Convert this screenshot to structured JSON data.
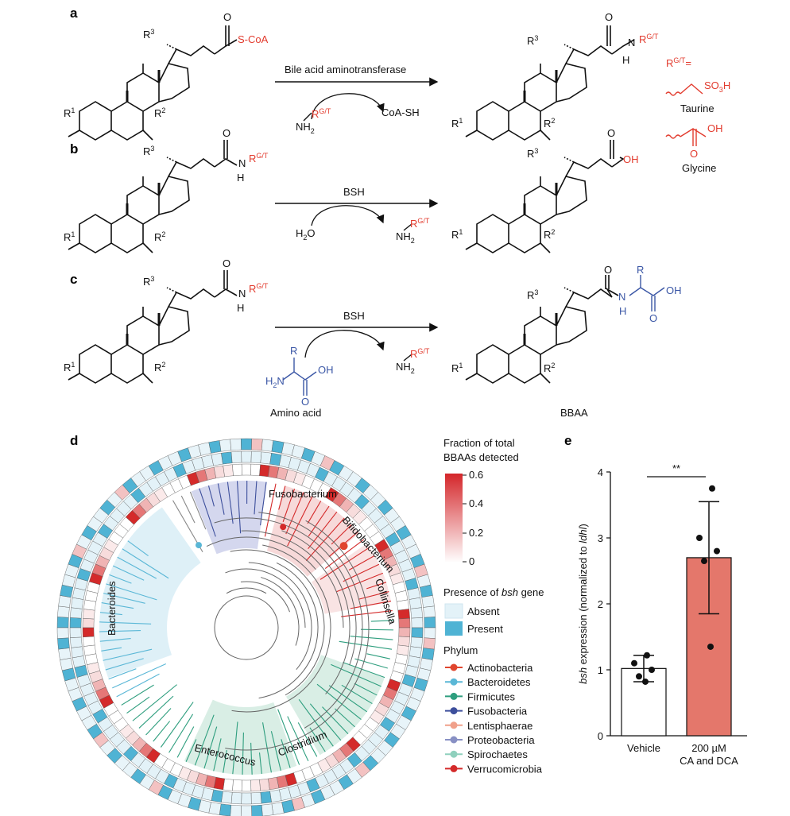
{
  "panels": {
    "a": {
      "label": "a",
      "enzyme": "Bile acid aminotransferase",
      "thioester_group": "S-CoA",
      "reactant2": "NH",
      "reactant2_sub": "2",
      "rgt": "R",
      "rgt_sup": "G/T",
      "product_out": "CoA-SH",
      "rgroup_def": "R",
      "rgroup_def_sup": "G/T",
      "rgroup_eq": "=",
      "taurine_group": "SO",
      "taurine_sub": "3",
      "taurine_h": "H",
      "taurine_label": "Taurine",
      "glycine_oh": "OH",
      "glycine_o": "O",
      "glycine_label": "Glycine"
    },
    "b": {
      "label": "b",
      "enzyme": "BSH",
      "water": "H",
      "water_sub": "2",
      "water_o": "O",
      "product_acid": "OH"
    },
    "c": {
      "label": "c",
      "enzyme": "BSH",
      "amino_acid_label": "Amino acid",
      "product_label": "BBAA",
      "r": "R",
      "oh": "OH",
      "o": "O",
      "h2n": "H",
      "h2n_sub": "2",
      "h2n_n": "N"
    },
    "steroid": {
      "r1": "R",
      "r1_sup": "1",
      "r2": "R",
      "r2_sup": "2",
      "r3": "R",
      "r3_sup": "3",
      "o": "O",
      "n": "N",
      "h": "H"
    },
    "d": {
      "label": "d",
      "legend_fraction_title_1": "Fraction of total",
      "legend_fraction_title_2": "BBAAs detected",
      "fraction_ticks": [
        "0.6",
        "0.4",
        "0.2",
        "0"
      ],
      "bsh_title_prefix": "Presence of ",
      "bsh_title_gene": "bsh",
      "bsh_title_suffix": " gene",
      "bsh_absent": "Absent",
      "bsh_present": "Present",
      "phylum_title": "Phylum",
      "phyla": [
        {
          "name": "Actinobacteria",
          "color": "#e0452e"
        },
        {
          "name": "Bacteroidetes",
          "color": "#5ab7d6"
        },
        {
          "name": "Firmicutes",
          "color": "#2e9e7e"
        },
        {
          "name": "Fusobacteria",
          "color": "#3d4f9c"
        },
        {
          "name": "Lentisphaerae",
          "color": "#f0a08a"
        },
        {
          "name": "Proteobacteria",
          "color": "#8890c4"
        },
        {
          "name": "Spirochaetes",
          "color": "#8fd0bd"
        },
        {
          "name": "Verrucomicrobia",
          "color": "#d42a2a"
        }
      ],
      "clades": [
        "Fusobacterium",
        "Bifidobacterium",
        "Collinsella",
        "Bacteroides",
        "Enterococcus",
        "Clostridium"
      ]
    },
    "e": {
      "label": "e",
      "significance": "**"
    }
  },
  "chart_data": {
    "type": "bar",
    "categories": [
      "Vehicle",
      "200 µM CA and DCA"
    ],
    "category_lines": [
      [
        "Vehicle"
      ],
      [
        "200 µM",
        "CA and DCA"
      ]
    ],
    "values": [
      1.02,
      2.7
    ],
    "error": [
      0.2,
      0.85
    ],
    "points": [
      [
        1.22,
        1.1,
        1.0,
        0.9,
        0.82
      ],
      [
        3.75,
        3.0,
        2.8,
        2.65,
        1.35
      ]
    ],
    "bar_colors": [
      "#ffffff",
      "#e4776b"
    ],
    "ylabel_parts": [
      "bsh",
      " expression (normalized to ",
      "ldhl",
      ")"
    ],
    "ylim": [
      0,
      4
    ],
    "yticks": [
      "0",
      "1",
      "2",
      "3",
      "4"
    ],
    "significance": "**"
  }
}
